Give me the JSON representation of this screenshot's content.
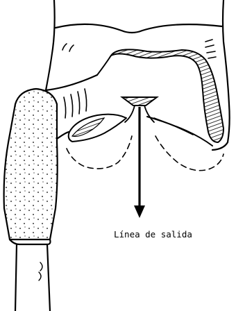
{
  "figure": {
    "label": "Línea de salida",
    "ink_color": "#000000",
    "background": "#ffffff"
  },
  "parts": [
    "tooth-crown",
    "pulp-chamber-hatched-wall",
    "instrument-shaft",
    "diamond-bur-head",
    "mirror-reflector",
    "exit-line-arrow",
    "root-dashed-outline"
  ]
}
